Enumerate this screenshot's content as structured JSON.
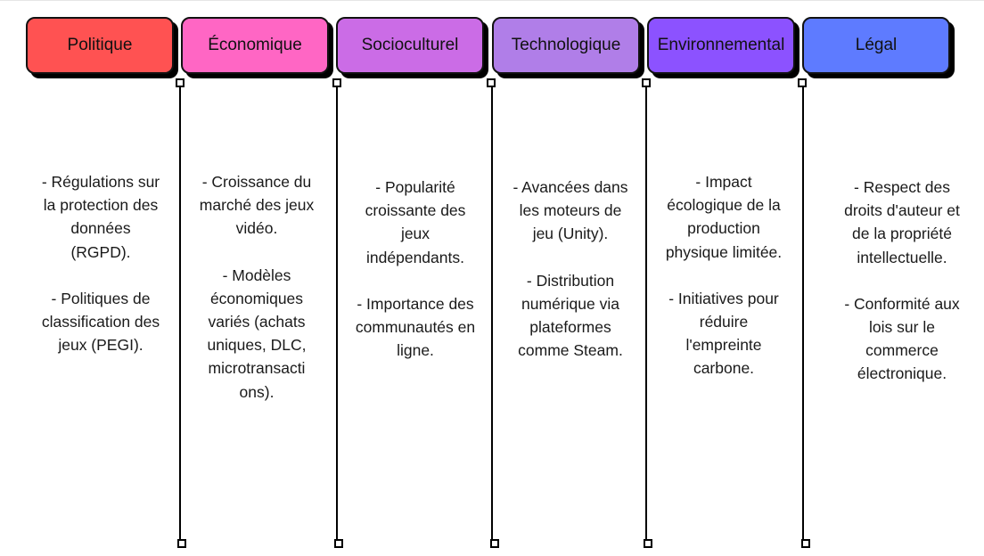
{
  "columns": [
    {
      "title": "Politique",
      "color": "#ff5252",
      "paragraphs": [
        "- Régulations sur la protection des données (RGPD).",
        "- Politiques de classification des jeux (PEGI)."
      ]
    },
    {
      "title": "Économique",
      "color": "#ff66c4",
      "paragraphs": [
        "- Croissance du marché des jeux vidéo.",
        "- Modèles économiques variés (achats uniques, DLC, microtransacti ons)."
      ]
    },
    {
      "title": "Socioculturel",
      "color": "#cb6ce6",
      "paragraphs": [
        "- Popularité croissante des jeux indépendants.",
        "- Importance des communautés en ligne."
      ]
    },
    {
      "title": "Technologique",
      "color": "#b07ee8",
      "paragraphs": [
        "- Avancées dans les moteurs de jeu (Unity).",
        "- Distribution numérique via plateformes comme Steam."
      ]
    },
    {
      "title": "Environnemental",
      "color": "#8c52ff",
      "paragraphs": [
        "- Impact écologique de la production physique limitée.",
        "- Initiatives pour réduire l'empreinte carbone."
      ]
    },
    {
      "title": "Légal",
      "color": "#5e7bff",
      "paragraphs": [
        "- Respect des droits d'auteur et de la propriété intellectuelle.",
        "- Conformité aux lois sur le commerce électronique."
      ]
    }
  ]
}
